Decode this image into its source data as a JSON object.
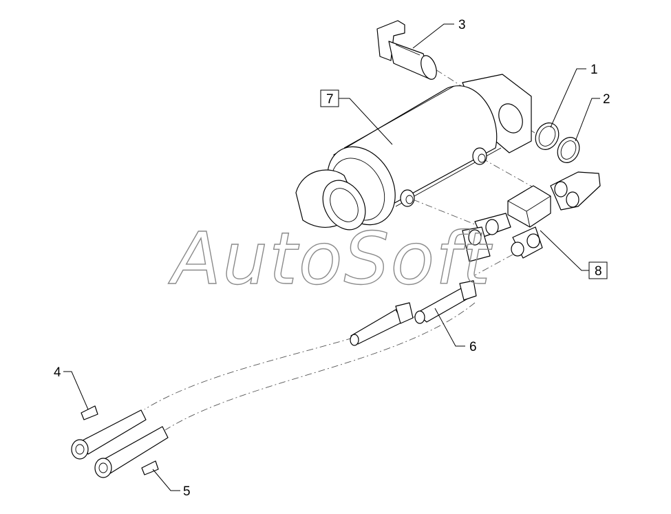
{
  "watermark": {
    "text": "AutoSoft"
  },
  "callouts": [
    {
      "id": "1",
      "label": "1",
      "boxed": false
    },
    {
      "id": "2",
      "label": "2",
      "boxed": false
    },
    {
      "id": "3",
      "label": "3",
      "boxed": false
    },
    {
      "id": "4",
      "label": "4",
      "boxed": false
    },
    {
      "id": "5",
      "label": "5",
      "boxed": false
    },
    {
      "id": "6",
      "label": "6",
      "boxed": false
    },
    {
      "id": "7",
      "label": "7",
      "boxed": true
    },
    {
      "id": "8",
      "label": "8",
      "boxed": true
    }
  ]
}
